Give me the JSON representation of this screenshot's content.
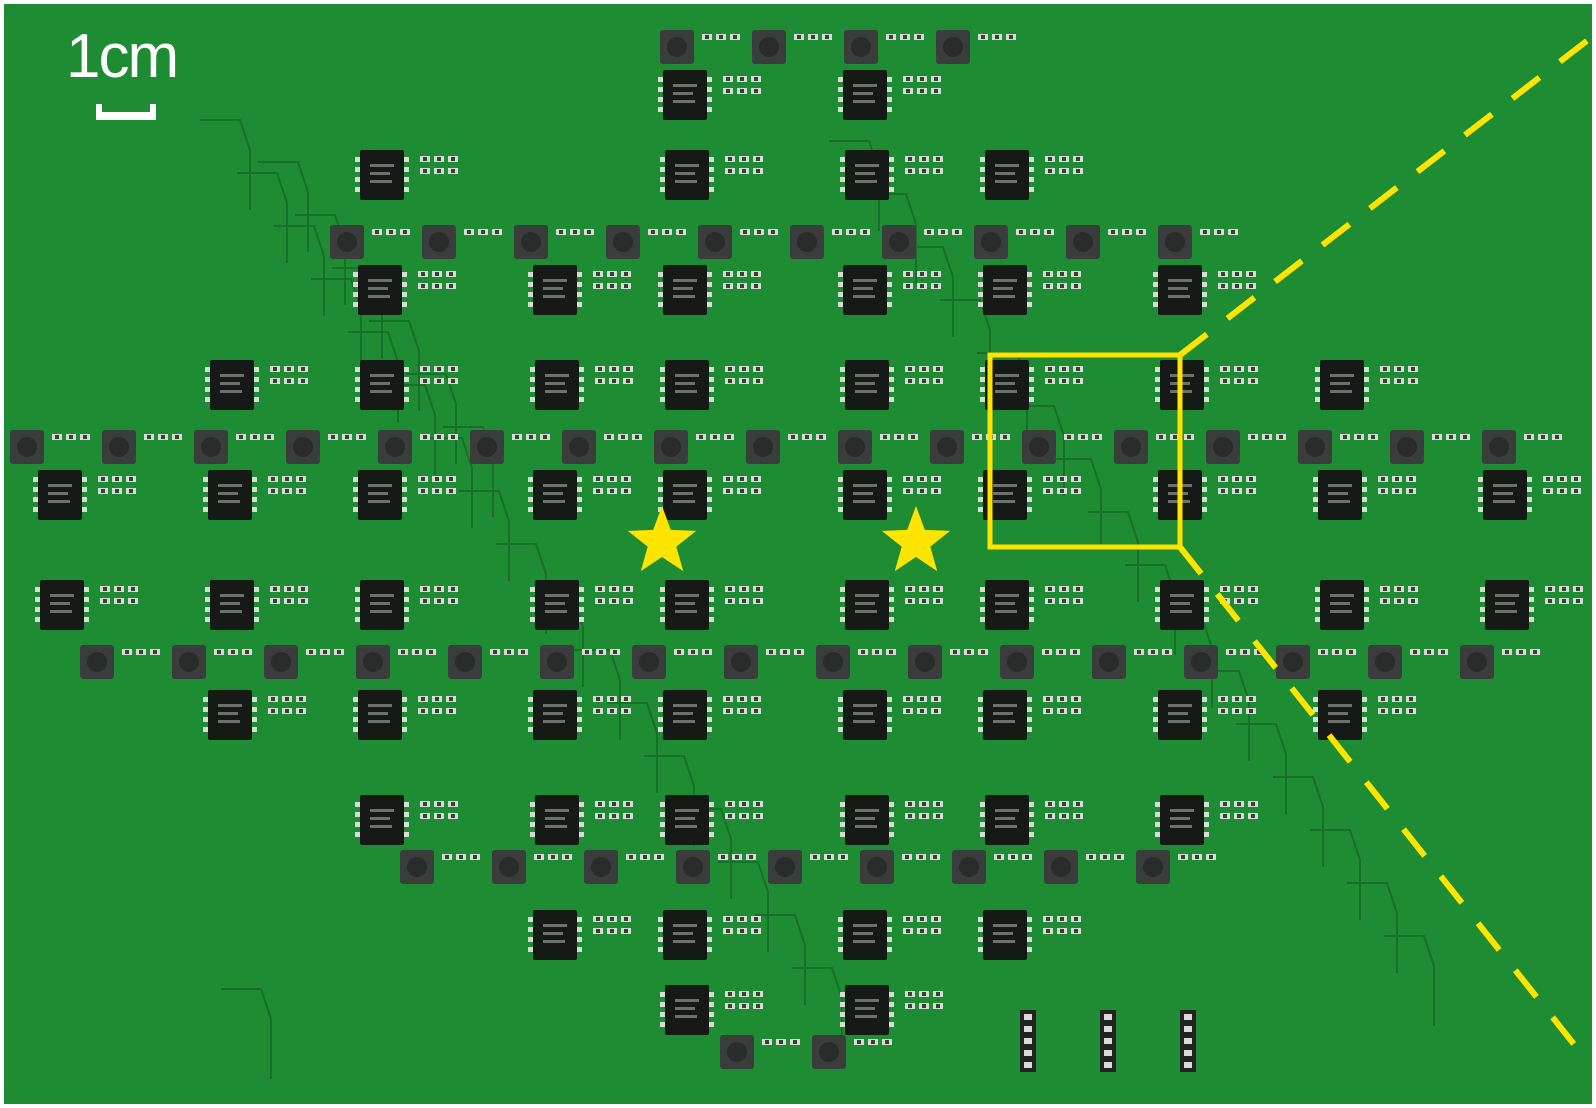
{
  "scale_bar": {
    "label": "1cm"
  },
  "colors": {
    "pcb": "#1e8c33",
    "pcb_edge": "#15722a",
    "ic_body": "#161a17",
    "inductor": "#3a3d3b",
    "pad": "#d9dcd6",
    "trace": "#176f28",
    "highlight": "#ffe400",
    "scale_bar": "#ffffff"
  },
  "annotations": {
    "stars": 2,
    "highlight_box": "yellow-rectangle",
    "zoom_lines": "yellow-dashed"
  }
}
